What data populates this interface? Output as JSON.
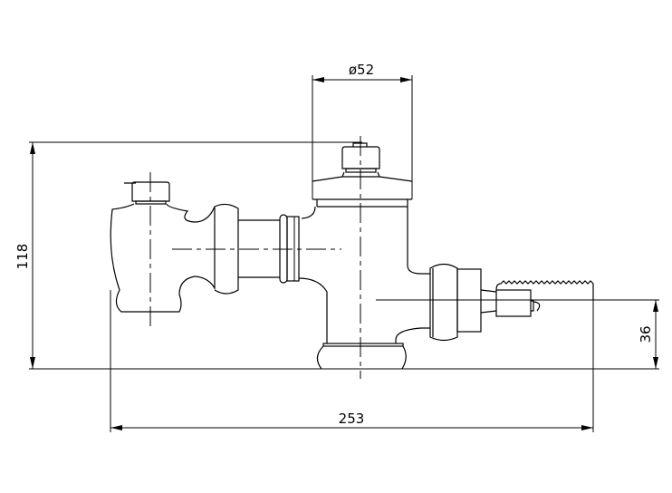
{
  "drawing": {
    "dimensions": {
      "height_total": "118",
      "diameter_top": "ø52",
      "width_total": "253",
      "outlet_height": "36"
    },
    "colors": {
      "line": "#000000",
      "background": "#ffffff"
    }
  }
}
